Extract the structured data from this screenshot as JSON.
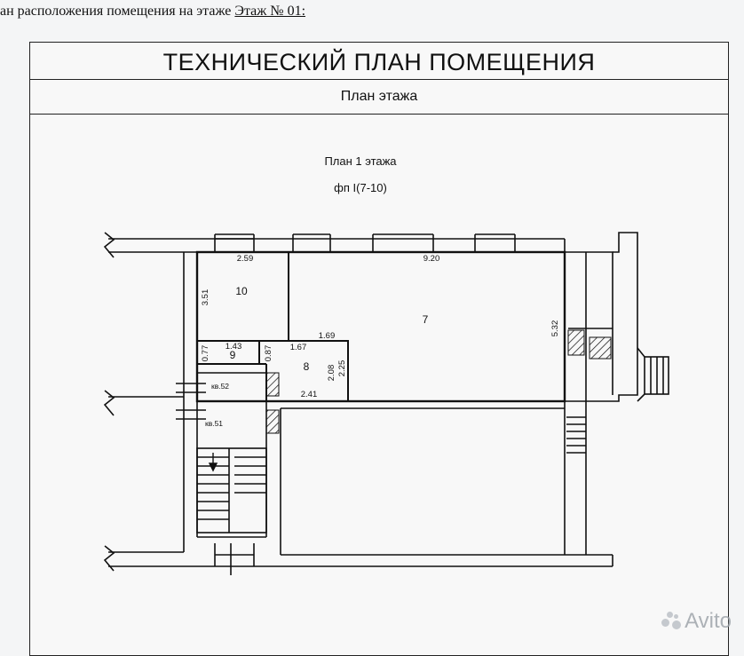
{
  "caption": {
    "prefix": "ан расположения помещения на этаже",
    "floor_link": "Этаж № 01:"
  },
  "sheet": {
    "title": "ТЕХНИЧЕСКИЙ ПЛАН ПОМЕЩЕНИЯ",
    "subtitle": "План этажа"
  },
  "plan": {
    "heading": "План 1 этажа",
    "subheading": "фп I(7-10)",
    "rooms": [
      {
        "number": "10"
      },
      {
        "number": "9"
      },
      {
        "number": "8"
      },
      {
        "number": "7"
      }
    ],
    "dimensions": [
      "2.59",
      "9.20",
      "3.51",
      "5.32",
      "1.43",
      "0.77",
      "0.87",
      "1.67",
      "1.69",
      "2.08",
      "2.25",
      "2.41"
    ],
    "apartments": [
      "кв.52",
      "кв.51"
    ]
  },
  "watermark": {
    "text": "Avito"
  },
  "colors": {
    "line": "#111111",
    "paper": "#f8f8f8",
    "page": "#f4f5f6"
  }
}
